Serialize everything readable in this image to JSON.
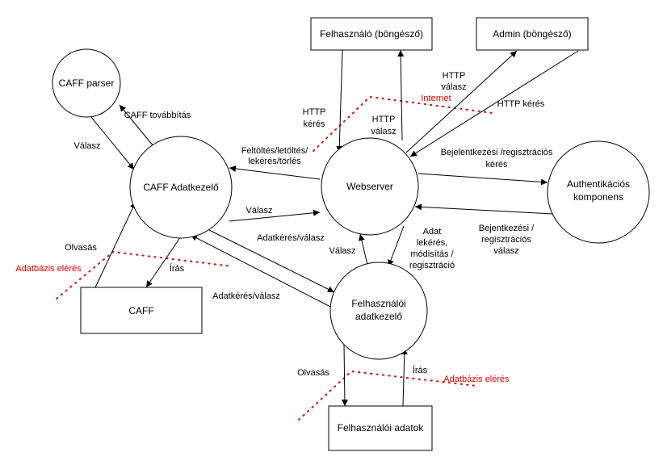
{
  "nodes": {
    "felhasznalo_bongeszo": "Felhasználó (böngésző)",
    "admin_bongeszo": "Admin (böngésző)",
    "caff_parser": "CAFF parser",
    "caff_adatkezelo": "CAFF Adatkezelő",
    "webserver": "Webserver",
    "authentikacios_komponens": [
      "Authentikációs",
      "komponens"
    ],
    "caff": "CAFF",
    "felhasznaloi_adatkezelo": [
      "Felhasználói",
      "adatkezelő"
    ],
    "felhasznaloi_adatok": "Felhasználói adatok"
  },
  "edges": {
    "http_keres_user": [
      "HTTP",
      "kérés"
    ],
    "http_valasz_user": [
      "HTTP",
      "válasz"
    ],
    "http_valasz_admin": [
      "HTTP",
      "válasz"
    ],
    "http_keres_admin": "HTTP kérés",
    "caff_tovabbitas": "CAFF továbbítás",
    "valasz_parser": "Válasz",
    "feltoltes": [
      "Feltöltés/letöltés/",
      "lekérés/törlés"
    ],
    "valasz_caff_web": "Válasz",
    "bejelentkezesi_keres": [
      "Bejelentkezési /regisztrációs",
      "kérés"
    ],
    "bejentkezesi_valasz": [
      "Bejentkezési /",
      "regisztrációs",
      "válasz"
    ],
    "adat_lekeres": [
      "Adat",
      "lekérés,",
      "módisítás /",
      "regisztráció"
    ],
    "valasz_fa_web": "Válasz",
    "adatkeres_valasz_1": "Adatkérés/válasz",
    "adatkeres_valasz_2": "Adatkérés/válasz",
    "olvasas_caff": "Olvasás",
    "iras_caff": "Írás",
    "olvasas_fa": "Olvasás",
    "iras_fa": "Írás"
  },
  "boundaries": {
    "internet": "Internet",
    "adatbazis_eleres_1": "Adatbázis elérés",
    "adatbazis_eleres_2": "Adatbázis elérés"
  }
}
